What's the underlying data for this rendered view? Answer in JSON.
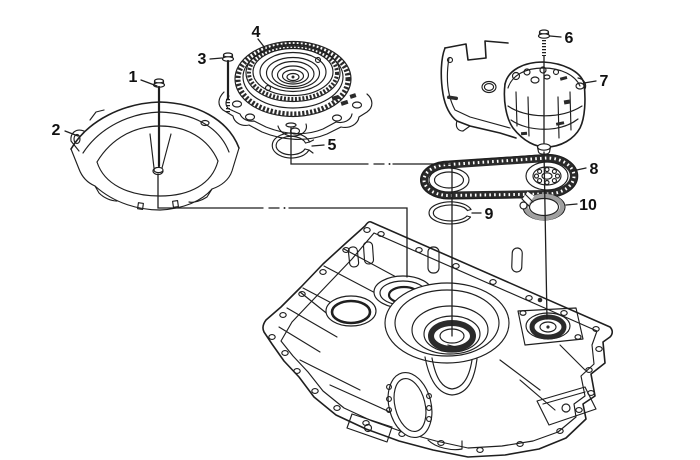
{
  "figure": {
    "type": "exploded-parts-diagram",
    "description_visible_text_only": true,
    "colors": {
      "background": "#ffffff",
      "ink": "#1f1f1f",
      "dark": "#2b2b2b",
      "gray": "#a0a0a0"
    },
    "callouts": [
      {
        "label": "1"
      },
      {
        "label": "2"
      },
      {
        "label": "3"
      },
      {
        "label": "4"
      },
      {
        "label": "5"
      },
      {
        "label": "6"
      },
      {
        "label": "7"
      },
      {
        "label": "8"
      },
      {
        "label": "9"
      },
      {
        "label": "10"
      }
    ]
  }
}
